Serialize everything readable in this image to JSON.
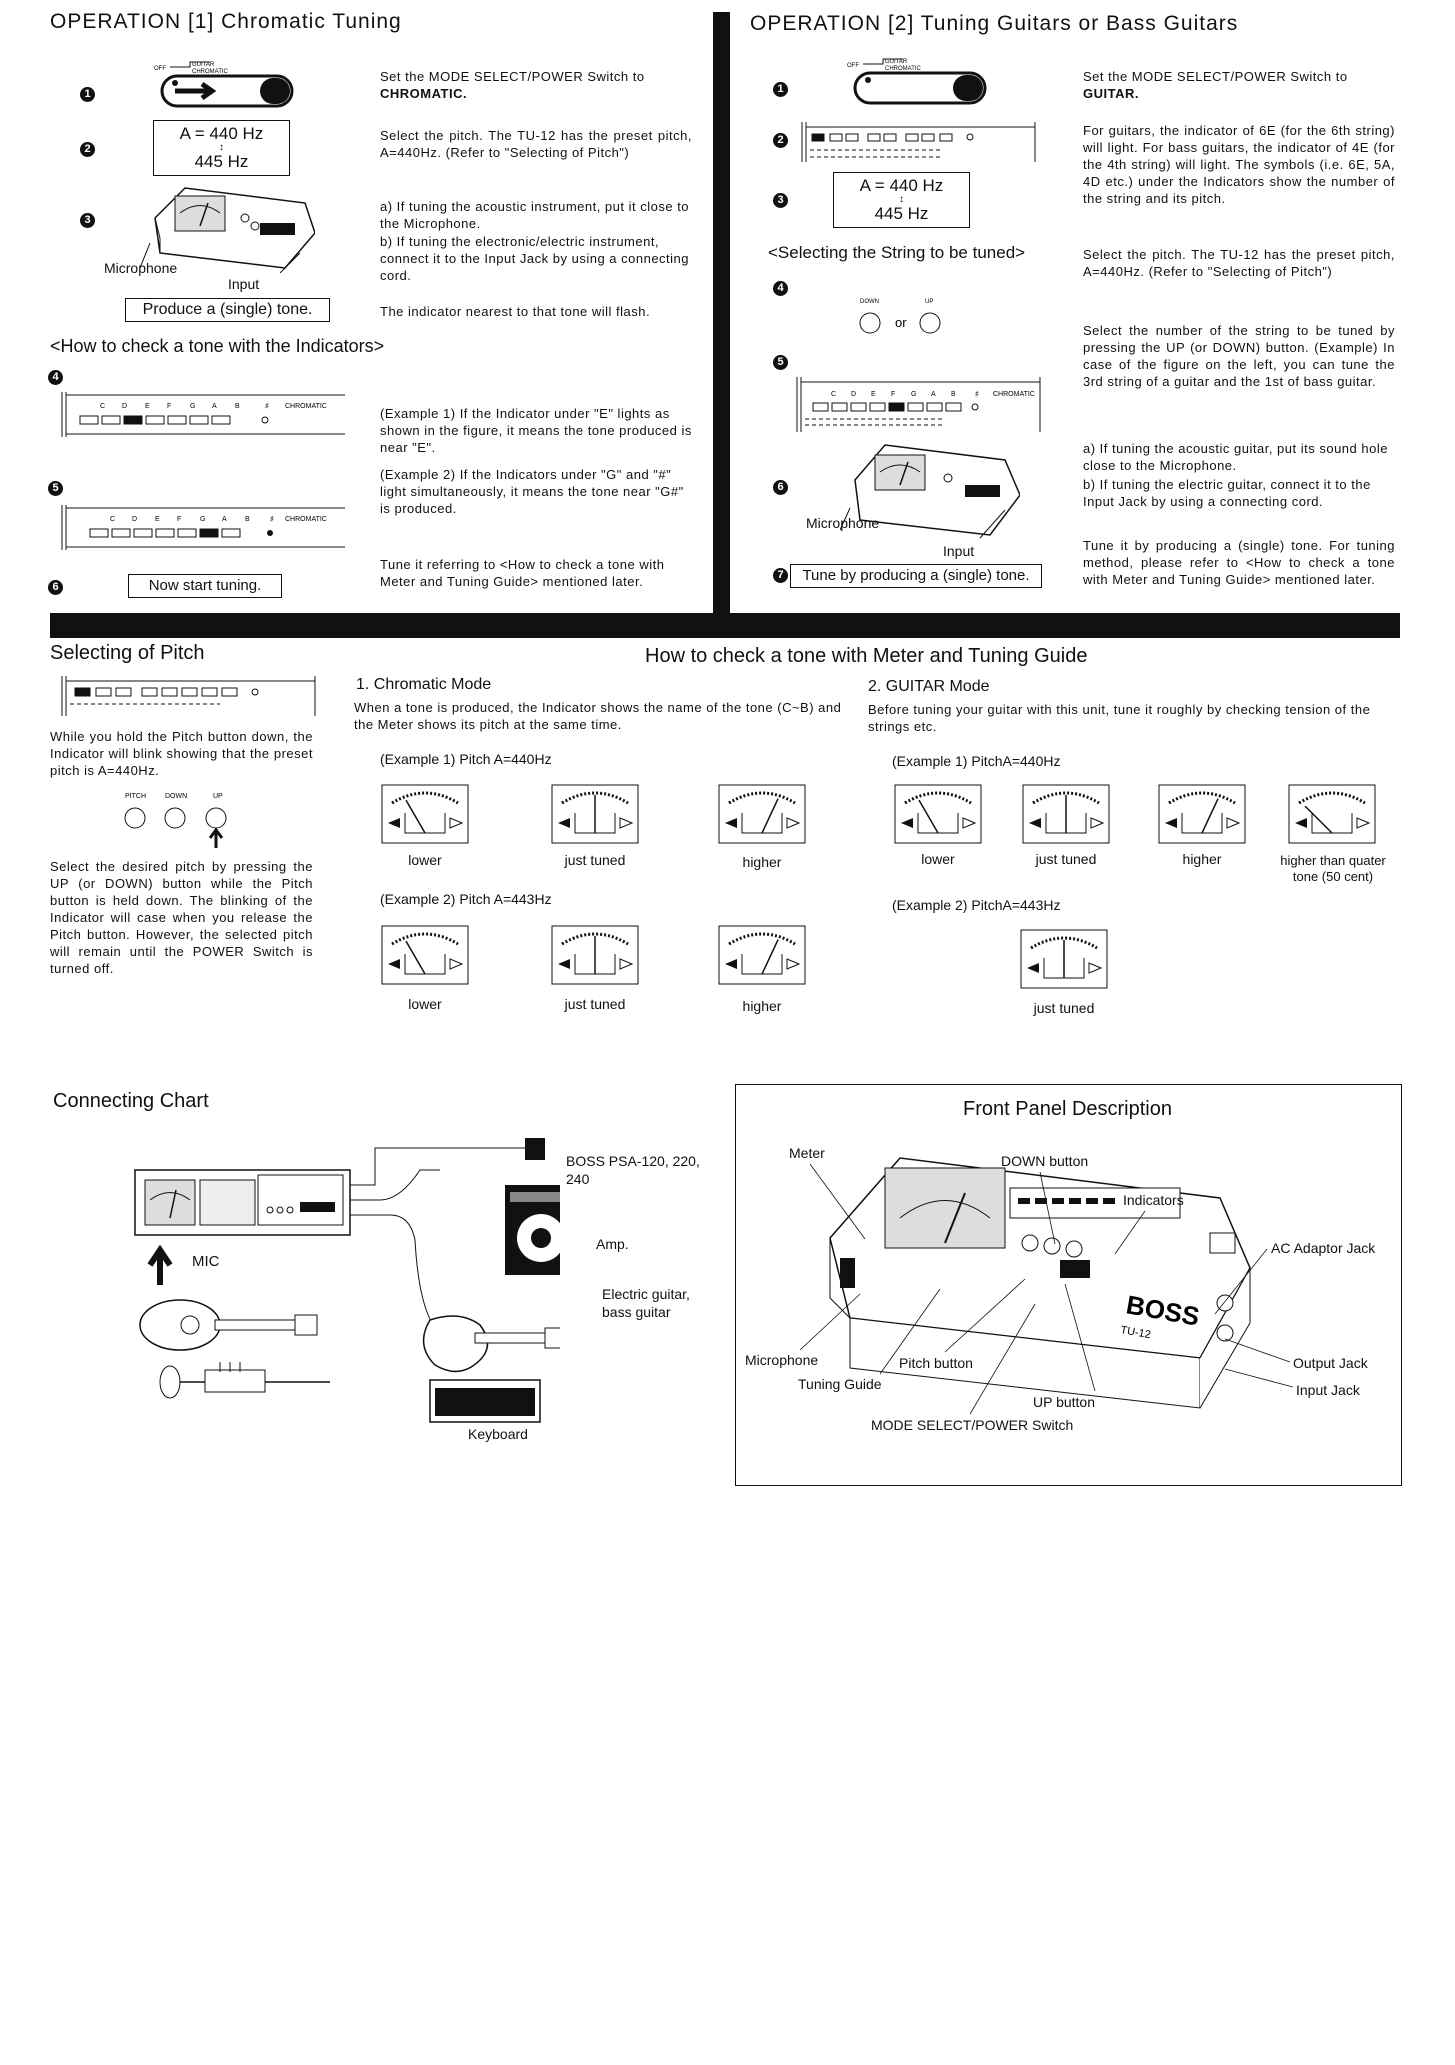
{
  "op1": {
    "title": "OPERATION [1] Chromatic Tuning",
    "steps": [
      "1",
      "2",
      "3",
      "4",
      "5",
      "6"
    ],
    "switch_off": "OFF",
    "switch_guitar": "GUITAR",
    "switch_chromatic": "CHROMATIC",
    "pitch_a": "A = 440 Hz",
    "pitch_arrow": "↕",
    "pitch_b": "445 Hz",
    "microphone": "Microphone",
    "input": "Input",
    "produce": "Produce a (single) tone.",
    "text1": "Set the MODE SELECT/POWER Switch to",
    "text1b": "CHROMATIC.",
    "text2": "Select the pitch. The TU-12 has the preset pitch, A=440Hz. (Refer to \"Selecting of Pitch\")",
    "text3a": "a) If tuning the acoustic instrument, put it close to the Microphone.",
    "text3b": "b) If tuning the electronic/electric instrument, connect it to the Input Jack by using a connecting cord.",
    "text4": "The indicator nearest to that tone will flash.",
    "how_check": "<How to check a tone with the Indicators>",
    "ex1": "(Example 1) If the Indicator under \"E\" lights as shown in the figure, it means the tone produced is near \"E\".",
    "ex2": "(Example 2) If the Indicators under \"G\" and \"#\" light simultaneously, it means the tone near \"G#\" is produced.",
    "tune_ref": "Tune it referring to <How to check a tone with Meter and Tuning Guide> mentioned later.",
    "now_start": "Now start tuning.",
    "notes": [
      "C",
      "D",
      "E",
      "F",
      "G",
      "A",
      "B",
      "♯"
    ],
    "chromatic_label": "CHROMATIC"
  },
  "op2": {
    "title": "OPERATION [2] Tuning Guitars or Bass Guitars",
    "text1": "Set the MODE SELECT/POWER Switch to",
    "text1b": "GUITAR.",
    "text2": "For guitars, the indicator of 6E (for the 6th string) will light. For bass guitars, the indicator of 4E (for the 4th string) will light. The symbols (i.e. 6E, 5A, 4D etc.) under the Indicators show the number of the string and its pitch.",
    "selecting_string": "<Selecting the String to be tuned>",
    "text3": "Select the pitch. The TU-12 has the preset pitch, A=440Hz. (Refer to \"Selecting of Pitch\")",
    "text4": "Select the number of the string to be tuned by pressing the UP (or DOWN) button. (Example) In case of the figure on the left, you can tune the 3rd string of a guitar and the 1st of bass guitar.",
    "text5a": "a) If tuning the acoustic guitar, put its sound hole close to the Microphone.",
    "text5b": "b) If tuning the electric guitar, connect it to the Input Jack by using a connecting cord.",
    "text6": "Tune it by producing a (single) tone. For tuning method, please refer to <How to check a tone with Meter and Tuning Guide> mentioned later.",
    "down": "DOWN",
    "up": "UP",
    "or": "or",
    "microphone": "Microphone",
    "input": "Input",
    "tune_by": "Tune by producing a (single) tone.",
    "step7": "7",
    "pitch_a": "A = 440 Hz",
    "pitch_b": "445 Hz"
  },
  "selecting": {
    "title": "Selecting of Pitch",
    "text1": "While you hold the Pitch button down, the Indicator will blink showing that the preset pitch is A=440Hz.",
    "pitch": "PITCH",
    "down": "DOWN",
    "up": "UP",
    "text2": "Select the desired pitch by pressing the UP (or DOWN) button while the Pitch button is held down. The blinking of the Indicator will case when you release the Pitch button. However, the selected pitch will remain until the POWER Switch is turned off."
  },
  "howcheck": {
    "title": "How to check a tone with Meter and Tuning Guide",
    "chromatic_title": "1. Chromatic Mode",
    "chromatic_text": "When a tone is produced, the Indicator shows the name of the tone (C~B) and the Meter shows its pitch at the same time.",
    "ex1": "(Example 1)  Pitch A=440Hz",
    "ex2": "(Example 2)  Pitch A=443Hz",
    "guitar_title": "2. GUITAR Mode",
    "guitar_text": "Before tuning your guitar with this unit, tune it roughly by checking tension of the strings etc.",
    "gex1": "(Example 1)  PitchA=440Hz",
    "gex2": "(Example 2)  PitchA=443Hz",
    "lower": "lower",
    "just": "just tuned",
    "higher": "higher",
    "higher_quarter": "higher than quater tone (50 cent)"
  },
  "connecting": {
    "title": "Connecting Chart",
    "mic": "MIC",
    "psa": "BOSS PSA-120, 220, 240",
    "amp": "Amp.",
    "electric": "Electric guitar, bass guitar",
    "keyboard": "Keyboard"
  },
  "front": {
    "title": "Front Panel Description",
    "meter": "Meter",
    "down": "DOWN button",
    "indicators": "Indicators",
    "ac": "AC Adaptor Jack",
    "output": "Output Jack",
    "input": "Input Jack",
    "microphone": "Microphone",
    "pitch": "Pitch button",
    "tuning": "Tuning Guide",
    "up": "UP button",
    "mode": "MODE SELECT/POWER Switch",
    "brand": "BOSS",
    "model": "TU-12"
  }
}
